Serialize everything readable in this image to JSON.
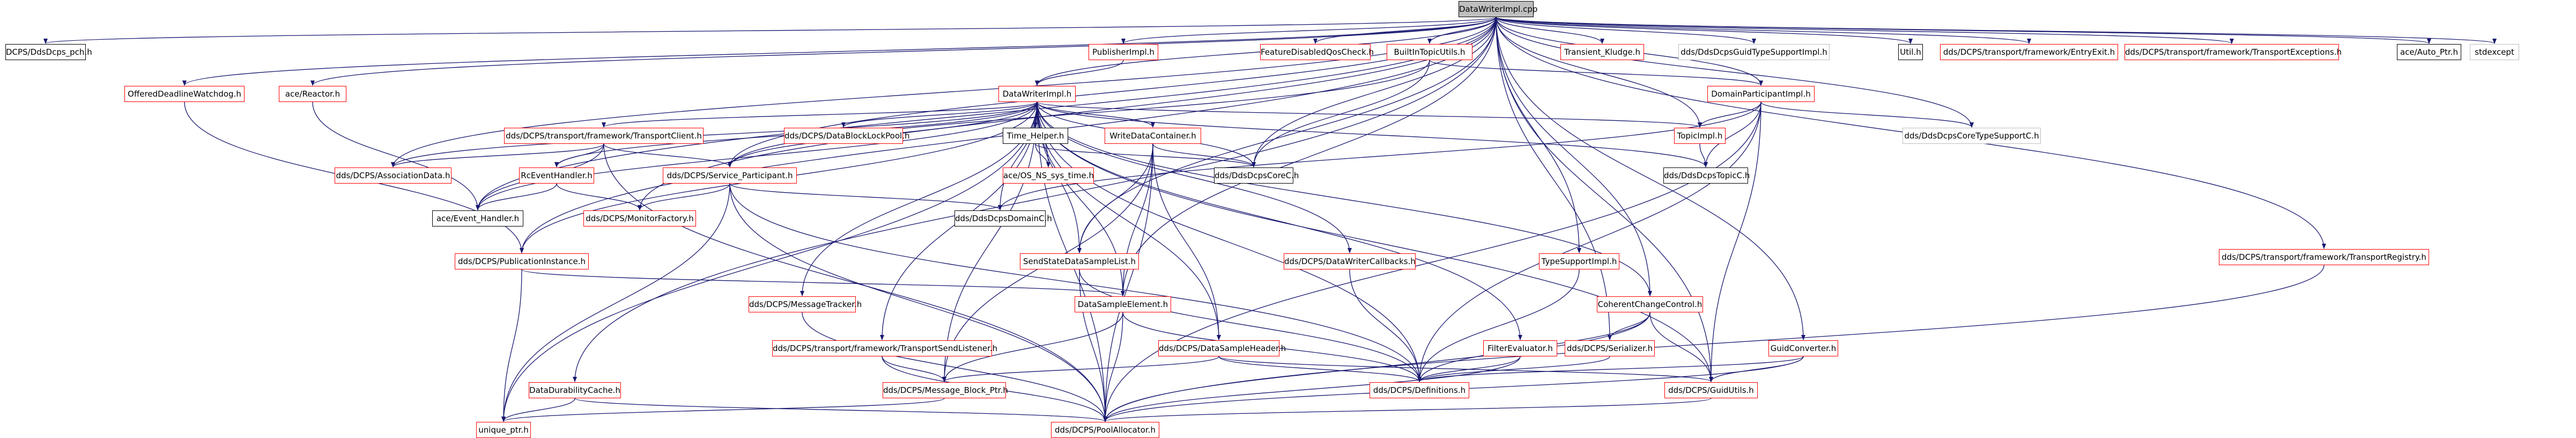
{
  "colors": {
    "edge": "#191970",
    "normal": "#000000",
    "red": "#ff0000",
    "grey": "#bfbfbf",
    "root_fill": "#bfbfbf"
  },
  "graph": {
    "nodes": [
      {
        "id": "DataWriterImpl_cpp",
        "label": "DataWriterImpl.cpp",
        "style": "root"
      },
      {
        "id": "DdsDcps_pch",
        "label": "DCPS/DdsDcps_pch.h",
        "style": "normal"
      },
      {
        "id": "OfferedDeadlineWatchdog",
        "label": "OfferedDeadlineWatchdog.h",
        "style": "red"
      },
      {
        "id": "ace_Reactor",
        "label": "ace/Reactor.h",
        "style": "red"
      },
      {
        "id": "PublisherImpl",
        "label": "PublisherImpl.h",
        "style": "red"
      },
      {
        "id": "FeatureDisabledQosCheck",
        "label": "FeatureDisabledQosCheck.h",
        "style": "red"
      },
      {
        "id": "BuiltInTopicUtils",
        "label": "BuiltInTopicUtils.h",
        "style": "red"
      },
      {
        "id": "Transient_Kludge",
        "label": "Transient_Kludge.h",
        "style": "red"
      },
      {
        "id": "DdsDcpsGuidTypeSupportImpl",
        "label": "dds/DdsDcpsGuidTypeSupportImpl.h",
        "style": "grey"
      },
      {
        "id": "Util",
        "label": "Util.h",
        "style": "normal"
      },
      {
        "id": "EntryExit",
        "label": "dds/DCPS/transport/framework/EntryExit.h",
        "style": "red"
      },
      {
        "id": "TransportExceptions",
        "label": "dds/DCPS/transport/framework/TransportExceptions.h",
        "style": "red"
      },
      {
        "id": "ace_Auto_Ptr",
        "label": "ace/Auto_Ptr.h",
        "style": "normal"
      },
      {
        "id": "stdexcept",
        "label": "stdexcept",
        "style": "grey"
      },
      {
        "id": "DataWriterImpl_h",
        "label": "DataWriterImpl.h",
        "style": "red"
      },
      {
        "id": "DomainParticipantImpl",
        "label": "DomainParticipantImpl.h",
        "style": "red"
      },
      {
        "id": "TransportClient",
        "label": "dds/DCPS/transport/framework/TransportClient.h",
        "style": "red"
      },
      {
        "id": "DataBlockLockPool",
        "label": "dds/DCPS/DataBlockLockPool.h",
        "style": "red"
      },
      {
        "id": "Time_Helper",
        "label": "Time_Helper.h",
        "style": "normal"
      },
      {
        "id": "WriteDataContainer",
        "label": "WriteDataContainer.h",
        "style": "red"
      },
      {
        "id": "TopicImpl",
        "label": "TopicImpl.h",
        "style": "red"
      },
      {
        "id": "DdsDcpsCoreTypeSupportC",
        "label": "dds/DdsDcpsCoreTypeSupportC.h",
        "style": "grey"
      },
      {
        "id": "AssociationData",
        "label": "dds/DCPS/AssociationData.h",
        "style": "red"
      },
      {
        "id": "RcEventHandler",
        "label": "RcEventHandler.h",
        "style": "red"
      },
      {
        "id": "Service_Participant",
        "label": "dds/DCPS/Service_Participant.h",
        "style": "red"
      },
      {
        "id": "aceOS_NS_sys_time",
        "label": "ace/OS_NS_sys_time.h",
        "style": "red"
      },
      {
        "id": "DdsDcpsCoreC",
        "label": "dds/DdsDcpsCoreC.h",
        "style": "normal"
      },
      {
        "id": "DdsDcpsTopicC",
        "label": "dds/DdsDcpsTopicC.h",
        "style": "normal"
      },
      {
        "id": "ace_Event_Handler",
        "label": "ace/Event_Handler.h",
        "style": "normal"
      },
      {
        "id": "MonitorFactory",
        "label": "dds/DCPS/MonitorFactory.h",
        "style": "red"
      },
      {
        "id": "DdsDcpsDomainC",
        "label": "dds/DdsDcpsDomainC.h",
        "style": "normal"
      },
      {
        "id": "PublicationInstance",
        "label": "dds/DCPS/PublicationInstance.h",
        "style": "red"
      },
      {
        "id": "SendStateDataSampleList",
        "label": "SendStateDataSampleList.h",
        "style": "red"
      },
      {
        "id": "DataWriterCallbacks",
        "label": "dds/DCPS/DataWriterCallbacks.h",
        "style": "red"
      },
      {
        "id": "TypeSupportImpl",
        "label": "TypeSupportImpl.h",
        "style": "red"
      },
      {
        "id": "RegistryH",
        "label": "dds/DCPS/transport/framework/TransportRegistry.h",
        "style": "red"
      },
      {
        "id": "MessageTracker",
        "label": "dds/DCPS/MessageTracker.h",
        "style": "red"
      },
      {
        "id": "DataSampleElement",
        "label": "DataSampleElement.h",
        "style": "red"
      },
      {
        "id": "CoherentChangeControl",
        "label": "CoherentChangeControl.h",
        "style": "red"
      },
      {
        "id": "TransportSendListener",
        "label": "dds/DCPS/transport/framework/TransportSendListener.h",
        "style": "red"
      },
      {
        "id": "DataSampleHeader",
        "label": "dds/DCPS/DataSampleHeader.h",
        "style": "red"
      },
      {
        "id": "FilterEvaluator",
        "label": "FilterEvaluator.h",
        "style": "red"
      },
      {
        "id": "Serializer",
        "label": "dds/DCPS/Serializer.h",
        "style": "red"
      },
      {
        "id": "GuidConverter",
        "label": "GuidConverter.h",
        "style": "red"
      },
      {
        "id": "DataDurabilityCache",
        "label": "DataDurabilityCache.h",
        "style": "red"
      },
      {
        "id": "Message_Block_Ptr",
        "label": "dds/DCPS/Message_Block_Ptr.h",
        "style": "red"
      },
      {
        "id": "Definitions",
        "label": "dds/DCPS/Definitions.h",
        "style": "red"
      },
      {
        "id": "GuidUtils",
        "label": "dds/DCPS/GuidUtils.h",
        "style": "red"
      },
      {
        "id": "unique_ptr",
        "label": "unique_ptr.h",
        "style": "red"
      },
      {
        "id": "PoolAllocator",
        "label": "dds/DCPS/PoolAllocator.h",
        "style": "red"
      }
    ],
    "edges": [
      [
        "DataWriterImpl_cpp",
        "DdsDcps_pch"
      ],
      [
        "DataWriterImpl_cpp",
        "OfferedDeadlineWatchdog"
      ],
      [
        "DataWriterImpl_cpp",
        "ace_Reactor"
      ],
      [
        "DataWriterImpl_cpp",
        "PublisherImpl"
      ],
      [
        "DataWriterImpl_cpp",
        "FeatureDisabledQosCheck"
      ],
      [
        "DataWriterImpl_cpp",
        "BuiltInTopicUtils"
      ],
      [
        "DataWriterImpl_cpp",
        "Transient_Kludge"
      ],
      [
        "DataWriterImpl_cpp",
        "DdsDcpsGuidTypeSupportImpl"
      ],
      [
        "DataWriterImpl_cpp",
        "Util"
      ],
      [
        "DataWriterImpl_cpp",
        "EntryExit"
      ],
      [
        "DataWriterImpl_cpp",
        "TransportExceptions"
      ],
      [
        "DataWriterImpl_cpp",
        "ace_Auto_Ptr"
      ],
      [
        "DataWriterImpl_cpp",
        "stdexcept"
      ],
      [
        "DataWriterImpl_cpp",
        "DataWriterImpl_h"
      ],
      [
        "DataWriterImpl_cpp",
        "DomainParticipantImpl"
      ],
      [
        "DataWriterImpl_cpp",
        "TopicImpl"
      ],
      [
        "DataWriterImpl_cpp",
        "DdsDcpsCoreTypeSupportC"
      ],
      [
        "DataWriterImpl_cpp",
        "AssociationData"
      ],
      [
        "DataWriterImpl_cpp",
        "Service_Participant"
      ],
      [
        "DataWriterImpl_cpp",
        "DdsDcpsCoreC"
      ],
      [
        "DataWriterImpl_cpp",
        "PublicationInstance"
      ],
      [
        "DataWriterImpl_cpp",
        "SendStateDataSampleList"
      ],
      [
        "DataWriterImpl_cpp",
        "TypeSupportImpl"
      ],
      [
        "DataWriterImpl_cpp",
        "RegistryH"
      ],
      [
        "DataWriterImpl_cpp",
        "DataSampleElement"
      ],
      [
        "DataWriterImpl_cpp",
        "CoherentChangeControl"
      ],
      [
        "DataWriterImpl_cpp",
        "Serializer"
      ],
      [
        "DataWriterImpl_cpp",
        "GuidConverter"
      ],
      [
        "DataWriterImpl_cpp",
        "DataDurabilityCache"
      ],
      [
        "DataWriterImpl_cpp",
        "MonitorFactory"
      ],
      [
        "DataWriterImpl_cpp",
        "GuidUtils"
      ],
      [
        "DataWriterImpl_cpp",
        "ace_Event_Handler"
      ],
      [
        "OfferedDeadlineWatchdog",
        "PublicationInstance"
      ],
      [
        "ace_Reactor",
        "ace_Event_Handler"
      ],
      [
        "PublisherImpl",
        "DataWriterImpl_h"
      ],
      [
        "BuiltInTopicUtils",
        "DdsDcpsCoreC"
      ],
      [
        "BuiltInTopicUtils",
        "Service_Participant"
      ],
      [
        "BuiltInTopicUtils",
        "DomainParticipantImpl"
      ],
      [
        "DataWriterImpl_h",
        "TransportClient"
      ],
      [
        "DataWriterImpl_h",
        "DataBlockLockPool"
      ],
      [
        "DataWriterImpl_h",
        "Time_Helper"
      ],
      [
        "DataWriterImpl_h",
        "WriteDataContainer"
      ],
      [
        "DataWriterImpl_h",
        "TopicImpl"
      ],
      [
        "DataWriterImpl_h",
        "DdsDcpsTopicC"
      ],
      [
        "DataWriterImpl_h",
        "aceOS_NS_sys_time"
      ],
      [
        "DataWriterImpl_h",
        "DdsDcpsCoreC"
      ],
      [
        "DataWriterImpl_h",
        "DdsDcpsDomainC"
      ],
      [
        "DataWriterImpl_h",
        "AssociationData"
      ],
      [
        "DataWriterImpl_h",
        "RcEventHandler"
      ],
      [
        "DataWriterImpl_h",
        "Service_Participant"
      ],
      [
        "DataWriterImpl_h",
        "ace_Event_Handler"
      ],
      [
        "DataWriterImpl_h",
        "PublicationInstance"
      ],
      [
        "DataWriterImpl_h",
        "MessageTracker"
      ],
      [
        "DataWriterImpl_h",
        "DataWriterCallbacks"
      ],
      [
        "DataWriterImpl_h",
        "CoherentChangeControl"
      ],
      [
        "DataWriterImpl_h",
        "TransportSendListener"
      ],
      [
        "DataWriterImpl_h",
        "DataSampleHeader"
      ],
      [
        "DataWriterImpl_h",
        "FilterEvaluator"
      ],
      [
        "DataWriterImpl_h",
        "unique_ptr"
      ],
      [
        "DataWriterImpl_h",
        "PoolAllocator"
      ],
      [
        "DataWriterImpl_h",
        "Definitions"
      ],
      [
        "DataWriterImpl_h",
        "GuidUtils"
      ],
      [
        "DataWriterImpl_h",
        "Message_Block_Ptr"
      ],
      [
        "DataWriterImpl_h",
        "DataSampleElement"
      ],
      [
        "DataWriterImpl_h",
        "SendStateDataSampleList"
      ],
      [
        "DomainParticipantImpl",
        "TopicImpl"
      ],
      [
        "DomainParticipantImpl",
        "DdsDcpsTopicC"
      ],
      [
        "DomainParticipantImpl",
        "DdsDcpsCoreTypeSupportC"
      ],
      [
        "DomainParticipantImpl",
        "DdsDcpsDomainC"
      ],
      [
        "DomainParticipantImpl",
        "Definitions"
      ],
      [
        "DomainParticipantImpl",
        "GuidUtils"
      ],
      [
        "DomainParticipantImpl",
        "PoolAllocator"
      ],
      [
        "TopicImpl",
        "DdsDcpsTopicC"
      ],
      [
        "TransportClient",
        "AssociationData"
      ],
      [
        "TransportClient",
        "RcEventHandler"
      ],
      [
        "TransportClient",
        "Service_Participant"
      ],
      [
        "TransportClient",
        "ace_Event_Handler"
      ],
      [
        "TransportClient",
        "PoolAllocator"
      ],
      [
        "RcEventHandler",
        "ace_Event_Handler"
      ],
      [
        "RcEventHandler",
        "MonitorFactory"
      ],
      [
        "Time_Helper",
        "aceOS_NS_sys_time"
      ],
      [
        "Time_Helper",
        "DdsDcpsCoreC"
      ],
      [
        "WriteDataContainer",
        "DdsDcpsCoreC"
      ],
      [
        "WriteDataContainer",
        "SendStateDataSampleList"
      ],
      [
        "WriteDataContainer",
        "DataSampleElement"
      ],
      [
        "WriteDataContainer",
        "DataSampleHeader"
      ],
      [
        "WriteDataContainer",
        "Message_Block_Ptr"
      ],
      [
        "WriteDataContainer",
        "PoolAllocator"
      ],
      [
        "Service_Participant",
        "DdsDcpsDomainC"
      ],
      [
        "Service_Participant",
        "PoolAllocator"
      ],
      [
        "Service_Participant",
        "unique_ptr"
      ],
      [
        "Service_Participant",
        "Definitions"
      ],
      [
        "Service_Participant",
        "MonitorFactory"
      ],
      [
        "PublicationInstance",
        "unique_ptr"
      ],
      [
        "PublicationInstance",
        "DataSampleElement"
      ],
      [
        "SendStateDataSampleList",
        "Definitions"
      ],
      [
        "SendStateDataSampleList",
        "PoolAllocator"
      ],
      [
        "DataWriterCallbacks",
        "Definitions"
      ],
      [
        "TypeSupportImpl",
        "Definitions"
      ],
      [
        "RegistryH",
        "PoolAllocator"
      ],
      [
        "MessageTracker",
        "PoolAllocator"
      ],
      [
        "DataSampleElement",
        "Message_Block_Ptr"
      ],
      [
        "DataSampleElement",
        "Definitions"
      ],
      [
        "DataSampleElement",
        "PoolAllocator"
      ],
      [
        "CoherentChangeControl",
        "Serializer"
      ],
      [
        "CoherentChangeControl",
        "Definitions"
      ],
      [
        "CoherentChangeControl",
        "GuidUtils"
      ],
      [
        "CoherentChangeControl",
        "PoolAllocator"
      ],
      [
        "TransportSendListener",
        "PoolAllocator"
      ],
      [
        "TransportSendListener",
        "Message_Block_Ptr"
      ],
      [
        "DataSampleHeader",
        "Definitions"
      ],
      [
        "DataSampleHeader",
        "GuidUtils"
      ],
      [
        "DataSampleHeader",
        "Message_Block_Ptr"
      ],
      [
        "FilterEvaluator",
        "Definitions"
      ],
      [
        "FilterEvaluator",
        "PoolAllocator"
      ],
      [
        "Serializer",
        "Definitions"
      ],
      [
        "GuidConverter",
        "GuidUtils"
      ],
      [
        "GuidConverter",
        "Definitions"
      ],
      [
        "GuidConverter",
        "PoolAllocator"
      ],
      [
        "DataDurabilityCache",
        "unique_ptr"
      ],
      [
        "DataDurabilityCache",
        "PoolAllocator"
      ],
      [
        "Message_Block_Ptr",
        "unique_ptr"
      ],
      [
        "GuidUtils",
        "PoolAllocator"
      ]
    ]
  }
}
